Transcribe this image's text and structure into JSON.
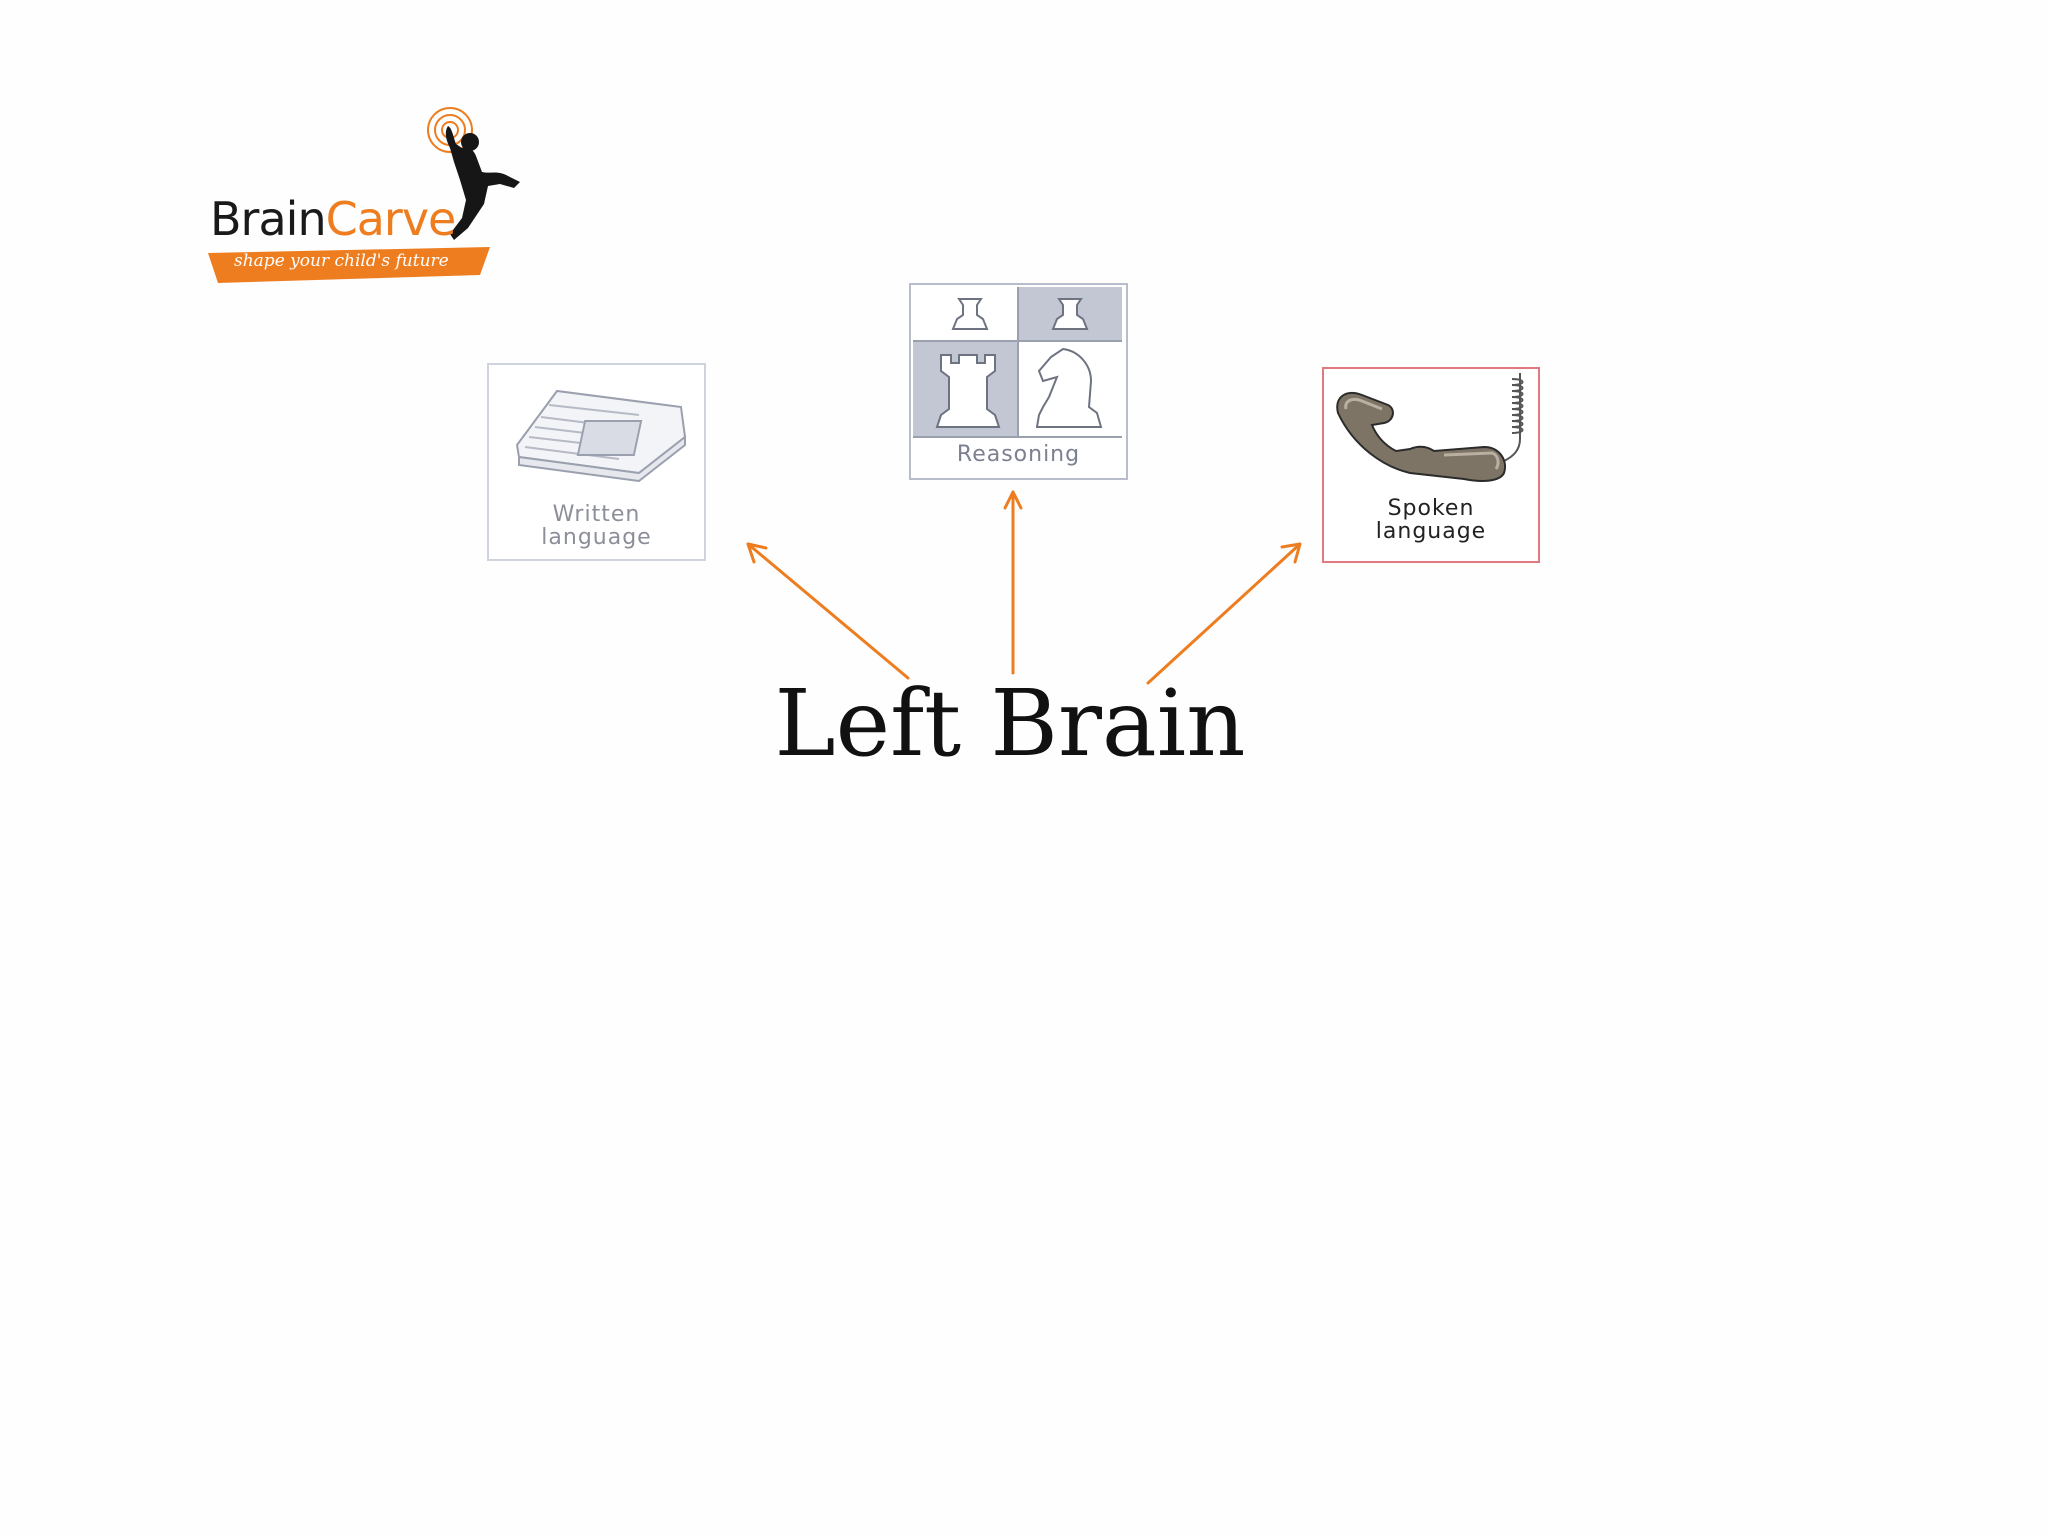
{
  "logo": {
    "brand_part1": "Brain",
    "brand_part2": "Carve",
    "tagline": "shape your child's future",
    "colors": {
      "brand_dark": "#1a1a1a",
      "brand_orange": "#ee7d1f"
    }
  },
  "cards": [
    {
      "id": "written",
      "label": "Written\nlanguage",
      "icon": "newspaper-icon",
      "border_color": "#cfd3dd"
    },
    {
      "id": "reasoning",
      "label": "Reasoning",
      "icon": "chess-pieces-icon",
      "border_color": "#b8bdcc"
    },
    {
      "id": "spoken",
      "label": "Spoken\nlanguage",
      "icon": "telephone-handset-icon",
      "border_color": "#e07a80"
    }
  ],
  "title": "Left Brain",
  "colors": {
    "arrow": "#ee7d1f",
    "background": "#fefefe"
  }
}
